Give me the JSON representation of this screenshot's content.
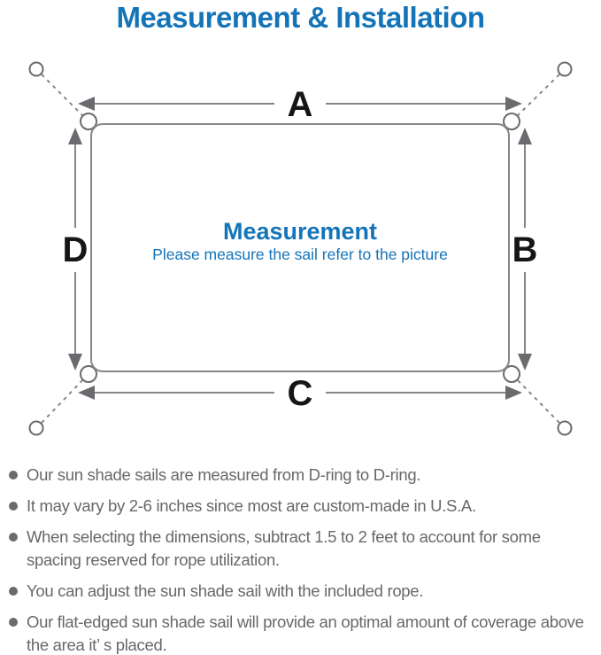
{
  "title": "Measurement & Installation",
  "diagram": {
    "center_heading": "Measurement",
    "center_subtitle": "Please measure the sail refer to the picture",
    "dimension_labels": {
      "top": "A",
      "right": "B",
      "bottom": "C",
      "left": "D"
    }
  },
  "colors": {
    "accent_blue": "#1474b8",
    "line_gray": "#85868a",
    "arrow_gray": "#6a6b6e",
    "dimension_letter_black": "#161616",
    "body_text_gray": "#67686b"
  },
  "bullets": [
    "Our sun shade sails are measured from D-ring to D-ring.",
    "It may vary by 2-6 inches since most are custom-made in U.S.A.",
    "When selecting the dimensions, subtract 1.5 to 2 feet to account for some spacing reserved for rope utilization.",
    "You can adjust the sun shade sail with the included rope.",
    "Our flat-edged sun shade sail will provide an optimal amount of coverage above the area it’ s placed."
  ]
}
